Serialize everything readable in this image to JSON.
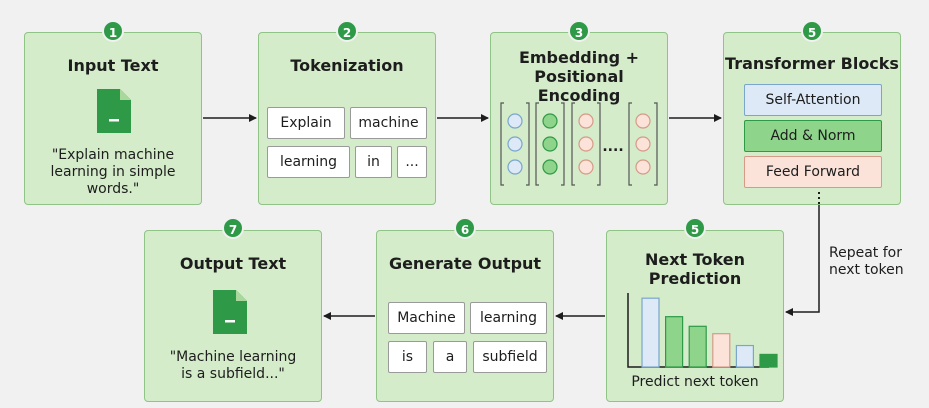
{
  "steps": {
    "input": {
      "num": "1",
      "title": "Input Text",
      "quote": [
        "\"Explain machine",
        "learning in simple",
        "words.\""
      ]
    },
    "tokenization": {
      "num": "2",
      "title": "Tokenization",
      "tokens": [
        "Explain",
        "machine",
        "learning",
        "in",
        "..."
      ]
    },
    "embedding": {
      "num": "3",
      "title_lines": [
        "Embedding +",
        "Positional Encoding"
      ],
      "ellipsis": "...."
    },
    "transformer": {
      "num": "5",
      "title": "Transformer Blocks",
      "layers": [
        "Self-Attention",
        "Add & Norm",
        "Feed Forward"
      ]
    },
    "next_token": {
      "num": "5",
      "title_lines": [
        "Next Token",
        "Prediction"
      ],
      "caption": "Predict next token"
    },
    "generate": {
      "num": "6",
      "title": "Generate Output",
      "tokens": [
        "Machine",
        "learning",
        "is",
        "a",
        "subfield"
      ]
    },
    "output": {
      "num": "7",
      "title": "Output Text",
      "quote": [
        "\"Machine learning",
        "is a subfield...\""
      ]
    }
  },
  "repeat_label": [
    "Repeat for",
    "next token"
  ],
  "prediction_bars": [
    0.93,
    0.68,
    0.55,
    0.45,
    0.29,
    0.17
  ],
  "colors": {
    "box_fill": "#d4ecca",
    "box_border": "#8fc486",
    "badge": "#2e9a47",
    "accent_green": "#2e9a47",
    "blue": "#dde9f6",
    "blue_border": "#7aa6cc",
    "green": "#8ed48b",
    "green_border": "#2e9a47",
    "pink": "#fbe3da",
    "pink_border": "#d79a86"
  },
  "icons": [
    "document-icon",
    "arrow-right-icon",
    "arrow-left-icon"
  ]
}
